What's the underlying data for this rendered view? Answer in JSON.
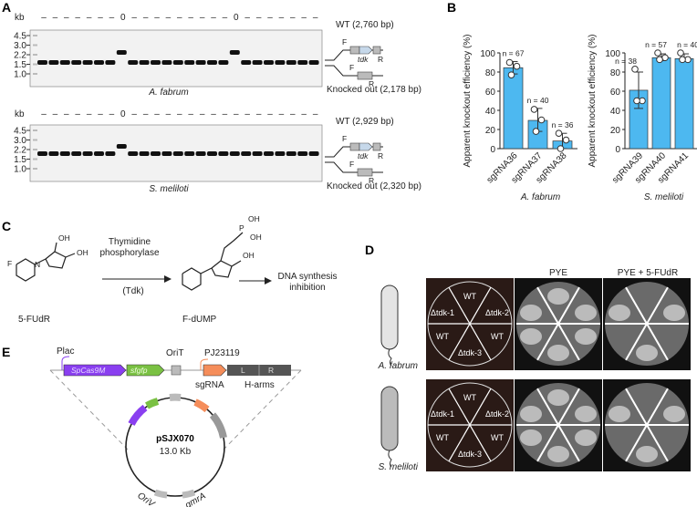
{
  "panels": {
    "a": "A",
    "b": "B",
    "c": "C",
    "d": "D",
    "e": "E"
  },
  "gel": {
    "kb": "kb",
    "markers": [
      "4.5",
      "3.0",
      "2.2",
      "1.5",
      "1.0"
    ],
    "top": {
      "species": "A. fabrum",
      "lanes": [
        "–",
        "–",
        "–",
        "–",
        "–",
        "–",
        "–",
        "0",
        "–",
        "–",
        "–",
        "–",
        "–",
        "–",
        "–",
        "–",
        "–",
        "0",
        "–",
        "–",
        "–",
        "–",
        "–",
        "–",
        "–"
      ],
      "wt": "WT (2,760 bp)",
      "ko": "Knocked out (2,178 bp)"
    },
    "bottom": {
      "species": "S. meliloti",
      "lanes": [
        "–",
        "–",
        "–",
        "–",
        "–",
        "–",
        "–",
        "0",
        "–",
        "–",
        "–",
        "–",
        "–",
        "–",
        "–",
        "–",
        "–",
        "–",
        "–",
        "–",
        "–",
        "–",
        "–",
        "–",
        "–"
      ],
      "wt": "WT (2,929 bp)",
      "ko": "Knocked out (2,320 bp)"
    },
    "gene": "tdk",
    "f": "F",
    "r": "R"
  },
  "chart_data": [
    {
      "type": "bar",
      "ylabel": "Apparent knockout efficiency (%)",
      "xlabel": "A. fabrum",
      "ylim": [
        0,
        100
      ],
      "yticks": [
        0,
        20,
        40,
        60,
        80,
        100
      ],
      "categories": [
        "sgRNA36",
        "sgRNA37",
        "sgRNA38"
      ],
      "values": [
        84.5,
        29.5,
        8
      ],
      "error": [
        [
          78,
          91
        ],
        [
          18,
          42
        ],
        [
          0,
          16
        ]
      ],
      "points": [
        [
          90,
          86,
          77
        ],
        [
          41,
          30,
          18
        ],
        [
          16,
          9,
          0
        ]
      ],
      "n_labels": [
        "n = 67",
        "n = 40",
        "n = 36"
      ],
      "color": "#4db8f0"
    },
    {
      "type": "bar",
      "ylabel": "Apparent knockout efficiency (%)",
      "xlabel": "S. meliloti",
      "ylim": [
        0,
        100
      ],
      "yticks": [
        0,
        20,
        40,
        60,
        80,
        100
      ],
      "categories": [
        "sgRNA39",
        "sgRNA40",
        "sgRNA41"
      ],
      "values": [
        61,
        95,
        94
      ],
      "error": [
        [
          42,
          80
        ],
        [
          92,
          99
        ],
        [
          92,
          99
        ]
      ],
      "points": [
        [
          83,
          50,
          50
        ],
        [
          100,
          95,
          93
        ],
        [
          100,
          93,
          93
        ]
      ],
      "n_labels": [
        "n = 38",
        "n = 57",
        "n = 40"
      ],
      "color": "#4db8f0"
    }
  ],
  "pathway": {
    "substrate": "5-FUdR",
    "enzyme1": "Thymidine",
    "enzyme2": "phosphorylase",
    "enzyme3": "(Tdk)",
    "product": "F-dUMP",
    "effect1": "DNA synthesis",
    "effect2": "inhibition",
    "atoms": {
      "F": "F",
      "N": "N",
      "O": "O",
      "H": "H",
      "OH": "OH",
      "P": "P"
    }
  },
  "plates": {
    "col1": "PYE",
    "col2": "PYE + 5-FUdR",
    "rows": [
      "A. fabrum",
      "S. meliloti"
    ],
    "sectors": [
      "WT",
      "Δtdk-1",
      "Δtdk-2",
      "WT",
      "WT",
      "Δtdk-3"
    ]
  },
  "plasmid": {
    "name": "pSJX070",
    "size": "13.0 Kb",
    "plac": "Plac",
    "cas9": "SpCas9M",
    "sfgfp": "sfgfp",
    "orit": "OriT",
    "pj": "PJ23119",
    "sgrna": "sgRNA",
    "L": "L",
    "R": "R",
    "harms": "H-arms",
    "oriv": "OriV",
    "gmra": "gmrA",
    "colors": {
      "cas9": "#8a3ff0",
      "sfgfp": "#7ac143",
      "sgrna": "#f58d5a",
      "grey": "#aaaaaa",
      "dark": "#555555"
    }
  }
}
